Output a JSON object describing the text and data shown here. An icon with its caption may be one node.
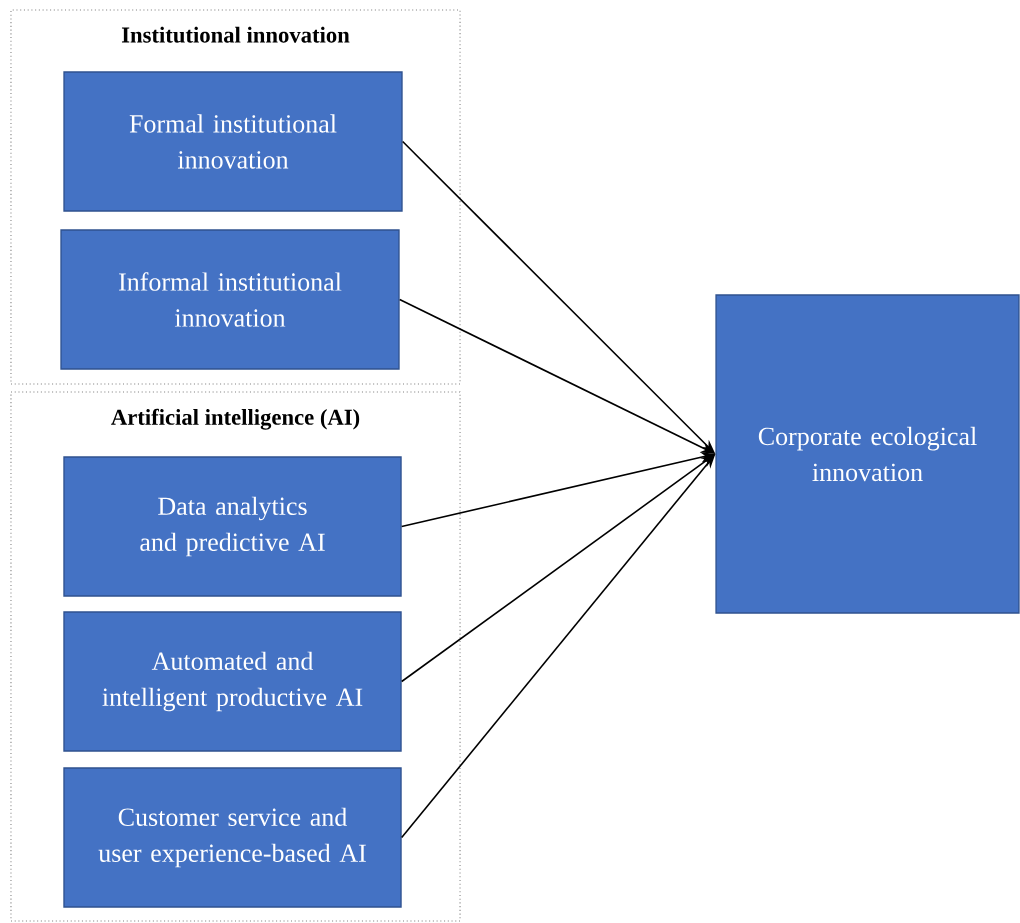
{
  "diagram": {
    "nodes": [
      {
        "text": [
          "Institutional innovation"
        ]
      },
      {
        "text": [
          "Formal institutional innovation"
        ],
        "in": 0
      },
      {
        "text": [
          "Informal institutional innovation"
        ],
        "in": 0
      },
      {
        "text": [
          "Artificial intelligence (AI)"
        ]
      },
      {
        "text": [
          "Data analytics and predictive AI"
        ],
        "in": 3
      },
      {
        "text": [
          "Automated and intelligent productive AI"
        ],
        "in": 3
      },
      {
        "text": [
          "Customer service and user experience-based AI"
        ],
        "in": 3
      },
      {
        "text": [
          "Corporate ecological innovation"
        ]
      }
    ],
    "edges": [
      {
        "from": 1,
        "to": 7,
        "arrow": "to"
      },
      {
        "from": 2,
        "to": 7,
        "arrow": "to"
      },
      {
        "from": 4,
        "to": 7,
        "arrow": "to"
      },
      {
        "from": 5,
        "to": 7,
        "arrow": "to"
      },
      {
        "from": 6,
        "to": 7,
        "arrow": "to"
      }
    ]
  }
}
